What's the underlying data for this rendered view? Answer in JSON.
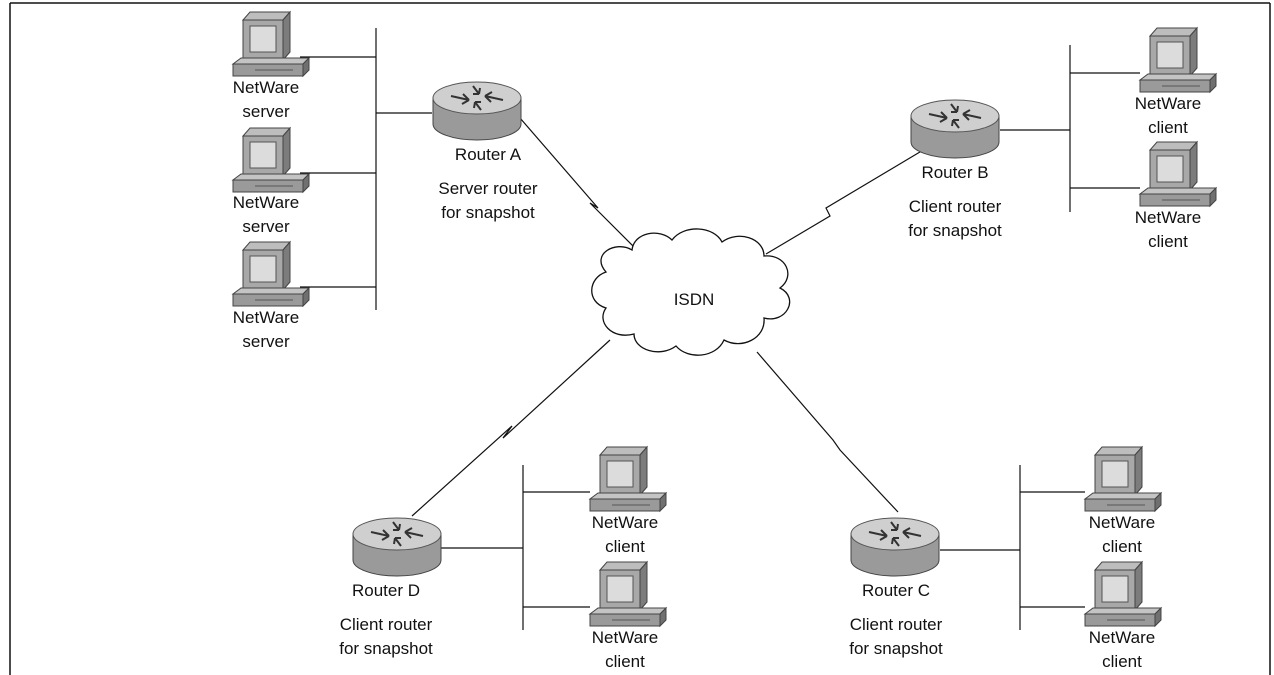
{
  "cloud": {
    "label": "ISDN"
  },
  "routers": [
    {
      "id": "a",
      "name": "Router A",
      "role_line1": "Server router",
      "role_line2": "for snapshot"
    },
    {
      "id": "b",
      "name": "Router B",
      "role_line1": "Client router",
      "role_line2": "for snapshot"
    },
    {
      "id": "c",
      "name": "Router C",
      "role_line1": "Client router",
      "role_line2": "for snapshot"
    },
    {
      "id": "d",
      "name": "Router D",
      "role_line1": "Client router",
      "role_line2": "for snapshot"
    }
  ],
  "server_nodes": [
    {
      "line1": "NetWare",
      "line2": "server"
    },
    {
      "line1": "NetWare",
      "line2": "server"
    },
    {
      "line1": "NetWare",
      "line2": "server"
    }
  ],
  "client_nodes_b": [
    {
      "line1": "NetWare",
      "line2": "client"
    },
    {
      "line1": "NetWare",
      "line2": "client"
    }
  ],
  "client_nodes_c": [
    {
      "line1": "NetWare",
      "line2": "client"
    },
    {
      "line1": "NetWare",
      "line2": "client"
    }
  ],
  "client_nodes_d": [
    {
      "line1": "NetWare",
      "line2": "client"
    },
    {
      "line1": "NetWare",
      "line2": "client"
    }
  ],
  "colors": {
    "line": "#111111",
    "router_body": "#9a9a9a",
    "router_top": "#cfcfcf",
    "monitor_screen": "#d8d8d8",
    "computer_body": "#a0a0a0"
  }
}
